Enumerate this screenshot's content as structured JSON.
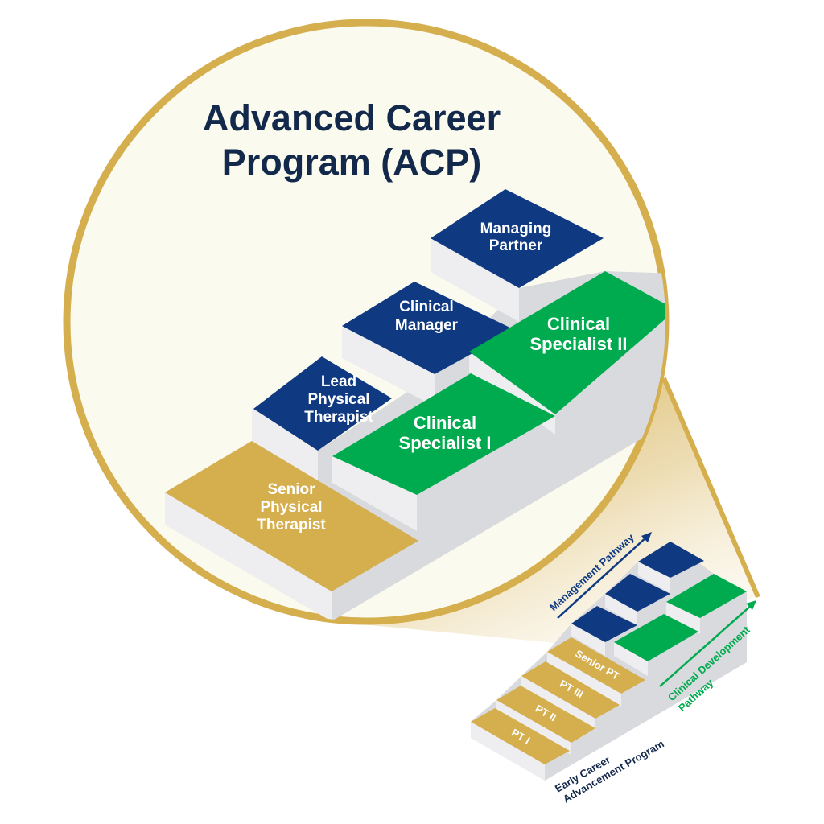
{
  "title": {
    "line1": "Advanced Career",
    "line2": "Program (ACP)"
  },
  "acp_steps": {
    "senior_pt": [
      "Senior",
      "Physical",
      "Therapist"
    ],
    "lead_pt": [
      "Lead",
      "Physical",
      "Therapist"
    ],
    "clinical_manager": [
      "Clinical",
      "Manager"
    ],
    "managing_partner": [
      "Managing",
      "Partner"
    ],
    "clinical_specialist_1": [
      "Clinical",
      "Specialist I"
    ],
    "clinical_specialist_2": [
      "Clinical",
      "Specialist II"
    ]
  },
  "early_steps": [
    "PT I",
    "PT II",
    "PT III",
    "Senior PT"
  ],
  "pathways": {
    "management": "Management Pathway",
    "clinical": [
      "Clinical Development",
      "Pathway"
    ],
    "early": [
      "Early Career",
      "Advancement Program"
    ]
  },
  "colors": {
    "navy": "#0f3a82",
    "green": "#00ab4f",
    "gold": "#d5ae4e",
    "title": "#13294b",
    "bg": "#fbfaee"
  }
}
